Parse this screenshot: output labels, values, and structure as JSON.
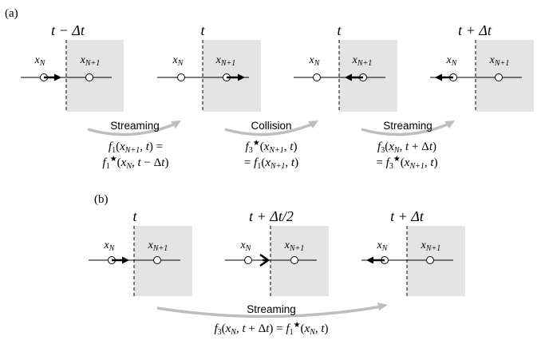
{
  "panel_a": {
    "label": "(a)",
    "stages": [
      {
        "time": "t − Δt",
        "left_node": "x",
        "left_sub": "N",
        "right_node": "x",
        "right_sub": "N+1",
        "arrow": "right-at-left-node"
      },
      {
        "time": "t",
        "left_node": "x",
        "left_sub": "N",
        "right_node": "x",
        "right_sub": "N+1",
        "arrow": "right-at-right-node"
      },
      {
        "time": "t",
        "left_node": "x",
        "left_sub": "N",
        "right_node": "x",
        "right_sub": "N+1",
        "arrow": "left-at-right-node"
      },
      {
        "time": "t + Δt",
        "left_node": "x",
        "left_sub": "N",
        "right_node": "x",
        "right_sub": "N+1",
        "arrow": "left-at-left-node"
      }
    ],
    "transitions": [
      {
        "label": "Streaming",
        "eq_line1": "f₁(x_{N+1}, t) =",
        "eq_line2": "f₁★(x_N, t − Δt)"
      },
      {
        "label": "Collision",
        "eq_line1": "f₃★(x_{N+1}, t)",
        "eq_line2": "= f₁(x_{N+1}, t)"
      },
      {
        "label": "Streaming",
        "eq_line1": "f₃(x_N, t + Δt)",
        "eq_line2": "= f₃★(x_{N+1}, t)"
      }
    ]
  },
  "panel_b": {
    "label": "(b)",
    "stages": [
      {
        "time": "t",
        "arrow": "right-at-left-node"
      },
      {
        "time": "t + Δt/2",
        "arrow": "left-at-wall"
      },
      {
        "time": "t + Δt",
        "arrow": "left-at-left-node"
      }
    ],
    "transition": {
      "label": "Streaming",
      "equation": "f₃(x_N, t + Δt) = f₁★(x_N, t)"
    }
  },
  "colors": {
    "shade": "#e4e4e4",
    "curve_arrow": "#bdbdbd",
    "ink": "#000000"
  }
}
